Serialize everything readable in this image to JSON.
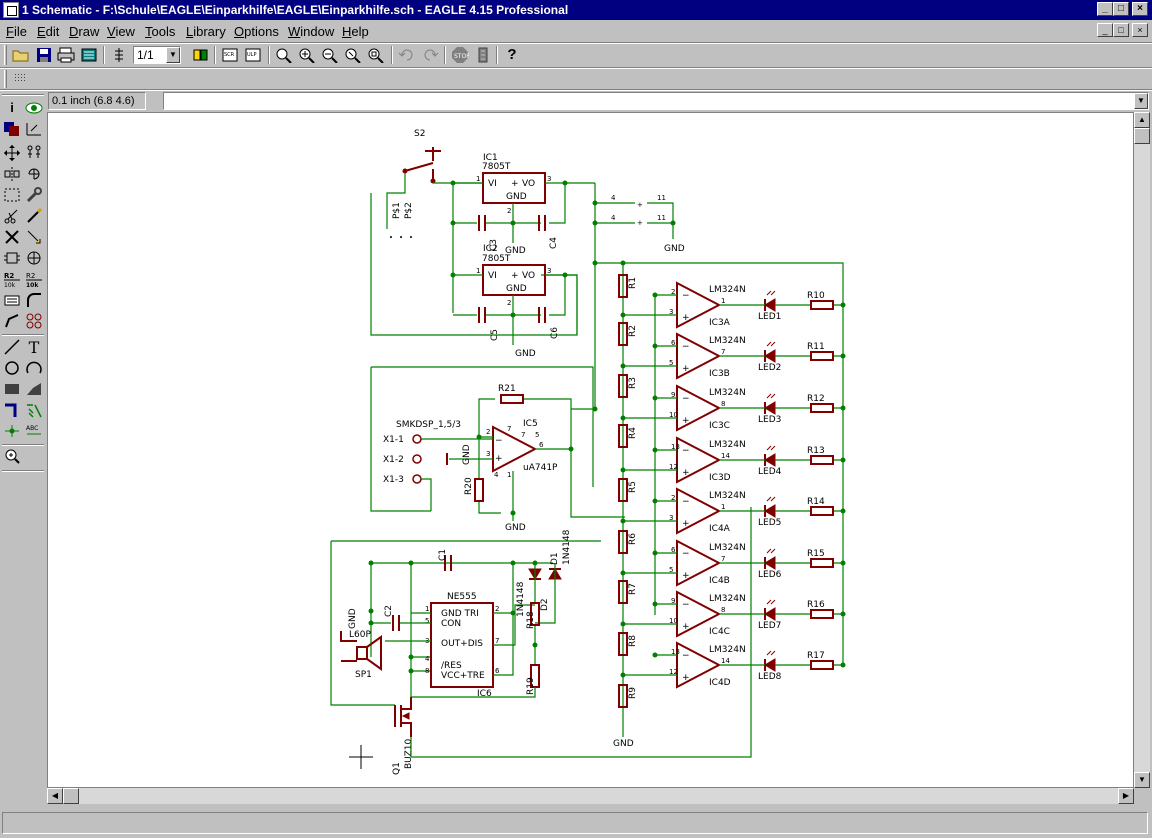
{
  "window": {
    "title": "1 Schematic - F:\\Schule\\EAGLE\\Einparkhilfe\\EAGLE\\Einparkhilfe.sch - EAGLE 4.15 Professional",
    "min_glyph": "_",
    "max_glyph": "□",
    "close_glyph": "×"
  },
  "menu": {
    "items": [
      "File",
      "Edit",
      "Draw",
      "View",
      "Tools",
      "Library",
      "Options",
      "Window",
      "Help"
    ]
  },
  "toolbar": {
    "sheet": "1/1"
  },
  "coord": {
    "grid": "0.1 inch (6.8 4.6)"
  },
  "schematic": {
    "S2": "S2",
    "IC1": "IC1",
    "IC1v": "7805T",
    "IC2": "IC2",
    "IC2v": "7805T",
    "VI": "VI",
    "VO": "VO",
    "GND": "GND",
    "C3": "C3",
    "C4": "C4",
    "C5": "C5",
    "C6": "C6",
    "P1": "P$1",
    "P2": "P$2",
    "pin4": "4",
    "pin11": "11",
    "R21": "R21",
    "R20": "R20",
    "IC5": "IC5",
    "IC5v": "uA741P",
    "SMK": "SMKDSP_1,5/3",
    "X11": "X1-1",
    "X12": "X1-2",
    "X13": "X1-3",
    "C1": "C1",
    "C2": "C2",
    "NE555": "NE555",
    "GNDTRI": "GND  TRI",
    "CON": "CON",
    "OUTDIS": "OUT+DIS",
    "RES": "/RES",
    "VCCTRE": "VCC+TRE",
    "IC6": "IC6",
    "L60P": "L60P",
    "SP1": "SP1",
    "D1": "D1",
    "D2": "D2",
    "1N4148": "1N4148",
    "R18": "R18",
    "R19": "R19",
    "Q1": "Q1",
    "BUZ10": "BUZ10",
    "LM": "LM324N",
    "ICs": [
      "IC3A",
      "IC3B",
      "IC3C",
      "IC3D",
      "IC4A",
      "IC4B",
      "IC4C",
      "IC4D"
    ],
    "LEDs": [
      "LED1",
      "LED2",
      "LED3",
      "LED4",
      "LED5",
      "LED6",
      "LED7",
      "LED8"
    ],
    "Rs_right": [
      "R10",
      "R11",
      "R12",
      "R13",
      "R14",
      "R15",
      "R16",
      "R17"
    ],
    "Rs_ladder": [
      "R1",
      "R2",
      "R3",
      "R4",
      "R5",
      "R6",
      "R7",
      "R8",
      "R9"
    ]
  }
}
